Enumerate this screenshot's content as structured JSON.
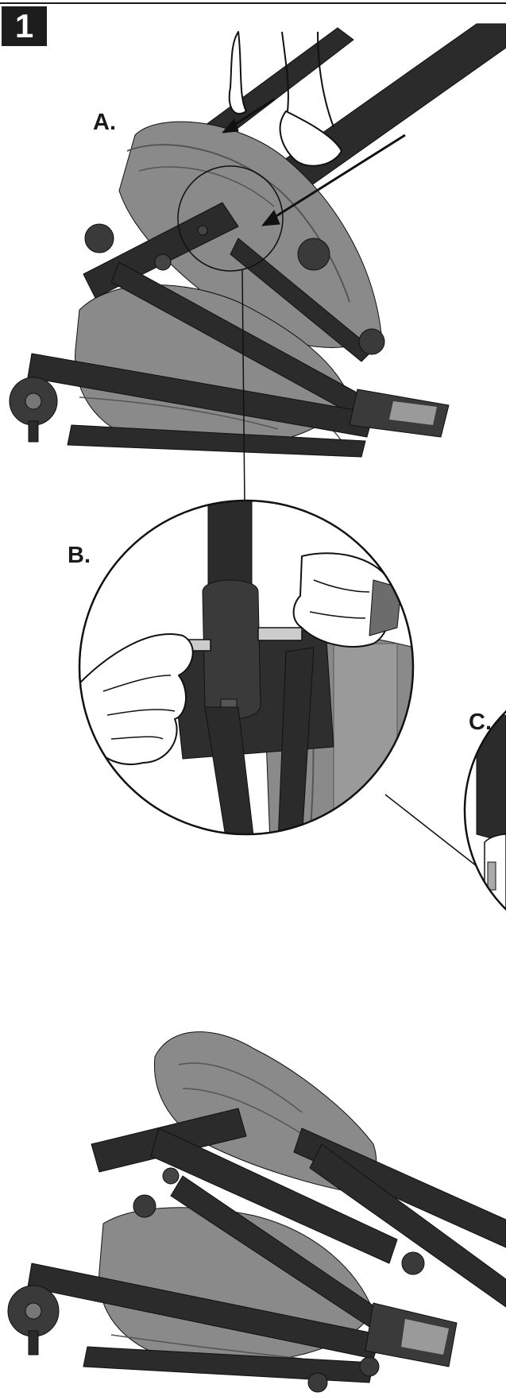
{
  "step": {
    "number": "1"
  },
  "labels": {
    "a": "A.",
    "b": "B.",
    "c": "C."
  },
  "colors": {
    "frame": "#2b2b2b",
    "fabric": "#8a8a8a",
    "fabric_dark": "#6c6c6c",
    "fabric_light": "#a6a6a6",
    "line": "#111111",
    "background": "#ffffff"
  },
  "illustrations": [
    {
      "name": "stroller-folding-hands",
      "label": "A."
    },
    {
      "name": "detail-pin-removal",
      "label": "B."
    },
    {
      "name": "detail-partial",
      "label": "C."
    },
    {
      "name": "stroller-folded"
    }
  ]
}
